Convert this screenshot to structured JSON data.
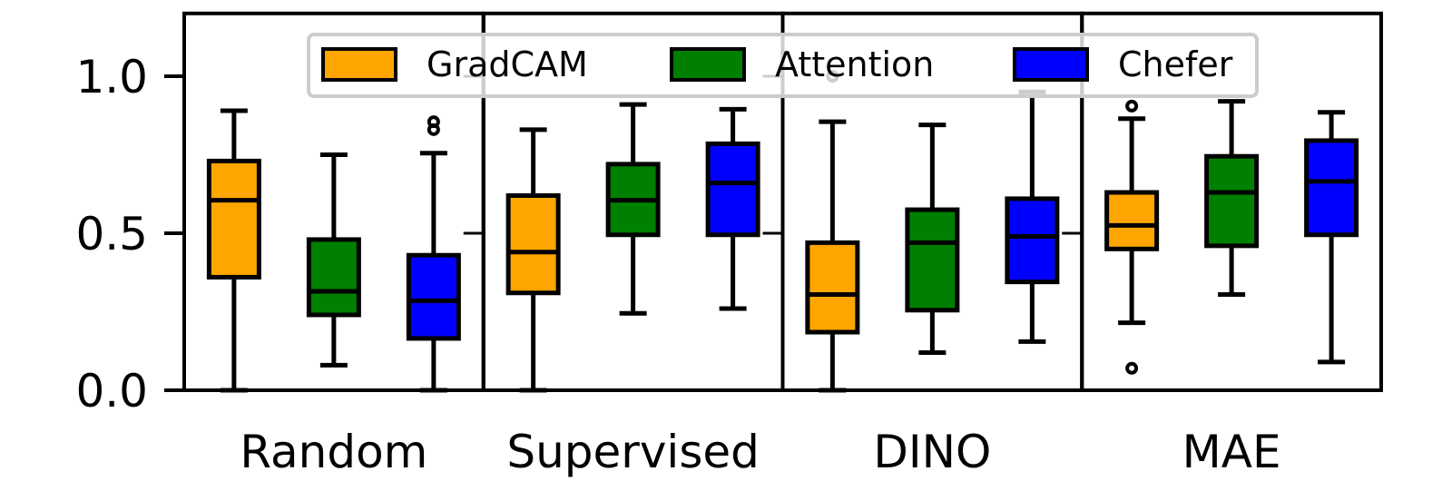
{
  "chart_data": {
    "type": "box",
    "title": "",
    "xlabel": "",
    "ylabel": "",
    "ylim": [
      0.0,
      1.2
    ],
    "yticks": [
      {
        "value": 0.0,
        "label": "0.0"
      },
      {
        "value": 0.5,
        "label": "0.5"
      },
      {
        "value": 1.0,
        "label": "1.0"
      }
    ],
    "groups": [
      "Random",
      "Supervised",
      "DINO",
      "MAE"
    ],
    "legend_position": "top-center",
    "grid": false,
    "series": [
      {
        "name": "GradCAM",
        "color": "#FFA500",
        "boxes": [
          {
            "whislo": 0.0,
            "q1": 0.36,
            "median": 0.605,
            "q3": 0.73,
            "whishi": 0.89,
            "fliers": []
          },
          {
            "whislo": 0.0,
            "q1": 0.31,
            "median": 0.44,
            "q3": 0.62,
            "whishi": 0.83,
            "fliers": []
          },
          {
            "whislo": 0.0,
            "q1": 0.185,
            "median": 0.305,
            "q3": 0.47,
            "whishi": 0.855,
            "fliers": [
              1.0
            ]
          },
          {
            "whislo": 0.215,
            "q1": 0.45,
            "median": 0.525,
            "q3": 0.63,
            "whishi": 0.865,
            "fliers": [
              0.905,
              0.07
            ]
          }
        ]
      },
      {
        "name": "Attention",
        "color": "#008000",
        "boxes": [
          {
            "whislo": 0.08,
            "q1": 0.24,
            "median": 0.315,
            "q3": 0.48,
            "whishi": 0.75,
            "fliers": []
          },
          {
            "whislo": 0.245,
            "q1": 0.495,
            "median": 0.605,
            "q3": 0.72,
            "whishi": 0.91,
            "fliers": []
          },
          {
            "whislo": 0.12,
            "q1": 0.255,
            "median": 0.47,
            "q3": 0.575,
            "whishi": 0.845,
            "fliers": []
          },
          {
            "whislo": 0.305,
            "q1": 0.46,
            "median": 0.63,
            "q3": 0.745,
            "whishi": 0.92,
            "fliers": []
          }
        ]
      },
      {
        "name": "Chefer",
        "color": "#0000FF",
        "boxes": [
          {
            "whislo": 0.0,
            "q1": 0.165,
            "median": 0.285,
            "q3": 0.43,
            "whishi": 0.755,
            "fliers": [
              0.83,
              0.855
            ]
          },
          {
            "whislo": 0.26,
            "q1": 0.495,
            "median": 0.66,
            "q3": 0.785,
            "whishi": 0.895,
            "fliers": []
          },
          {
            "whislo": 0.155,
            "q1": 0.345,
            "median": 0.49,
            "q3": 0.61,
            "whishi": 0.95,
            "fliers": []
          },
          {
            "whislo": 0.09,
            "q1": 0.495,
            "median": 0.665,
            "q3": 0.795,
            "whishi": 0.885,
            "fliers": []
          }
        ]
      }
    ]
  }
}
